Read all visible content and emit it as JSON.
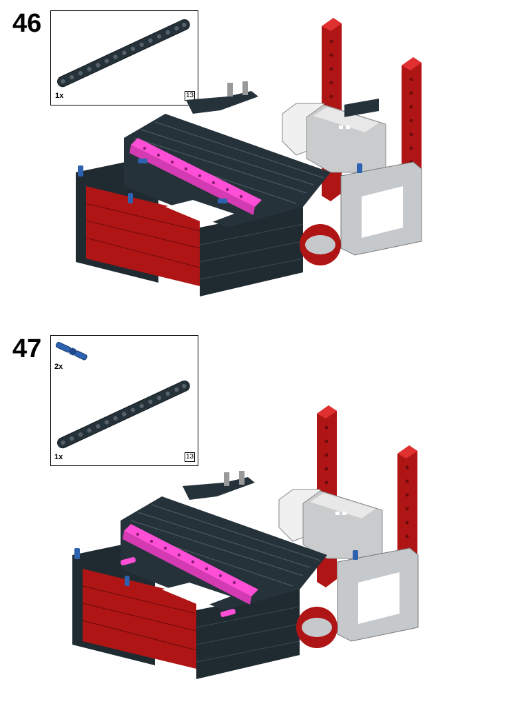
{
  "steps": [
    {
      "number": "46",
      "parts": [
        {
          "qty": "1x",
          "part": "beam-15",
          "color": "#26323a",
          "length_label": "13"
        }
      ]
    },
    {
      "number": "47",
      "parts": [
        {
          "qty": "2x",
          "part": "axle-pin-blue",
          "color": "#2d62b0"
        },
        {
          "qty": "1x",
          "part": "beam-15",
          "color": "#26323a",
          "length_label": "13"
        }
      ]
    }
  ],
  "colors": {
    "dark_bluish_gray": "#26323a",
    "red": "#c01a1a",
    "magenta": "#ff4fd6",
    "light_gray": "#c6c9cc",
    "white": "#f2f2f2",
    "blue": "#2d62b0"
  }
}
